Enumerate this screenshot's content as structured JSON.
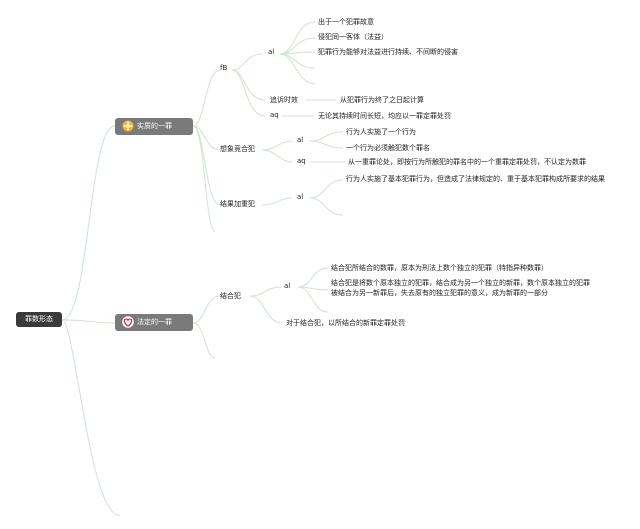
{
  "root": {
    "label": "罪数形态"
  },
  "branches": [
    {
      "label": "实质的一罪",
      "icon": "flower-icon",
      "children": [
        {
          "label": "fB",
          "sub_label": "al",
          "items": [
            "出于一个犯罪故意",
            "侵犯同一客体（法益）",
            "犯罪行为能够对法益进行持续、不间断的侵害"
          ]
        },
        {
          "label": "追诉时效",
          "items": [
            "从犯罪行为终了之日起计算"
          ]
        },
        {
          "label": "aq",
          "items": [
            "无论其持续时间长短，均应以一罪定罪处罚"
          ]
        },
        {
          "label": "想象竞合犯",
          "sub_label": "al",
          "items": [
            "行为人实施了一个行为",
            "一个行为必须触犯数个罪名"
          ],
          "sub_label_2": "aq",
          "items_2": [
            "从一重罪论处，即按行为所触犯的罪名中的一个重罪定罪处罚，不认定为数罪"
          ]
        },
        {
          "label": "结果加重犯",
          "sub_label": "al",
          "items": [
            "行为人实施了基本犯罪行为，但造成了法律规定的、重于基本犯罪构成所要求的结果"
          ]
        }
      ]
    },
    {
      "label": "法定的一罪",
      "icon": "heart-icon",
      "children": [
        {
          "label": "结合犯",
          "sub_label": "al",
          "items": [
            "结合犯所结合的数罪，原本为刑法上数个独立的犯罪（特指异种数罪）",
            "结合犯是将数个原本独立的犯罪，结合成为另一个独立的新罪，数个原本独立的犯罪被结合为另一新罪后，失去原有的独立犯罪的意义，成为新罪的一部分"
          ],
          "note": "对于结合犯，以所结合的新罪定罪处罚"
        }
      ]
    }
  ],
  "colors": {
    "line": "#cfe3cf",
    "root_bg": "#3a3a3a",
    "node_bg": "#7a7a7a",
    "icon1": "#f2b233",
    "icon2": "#e03030"
  }
}
